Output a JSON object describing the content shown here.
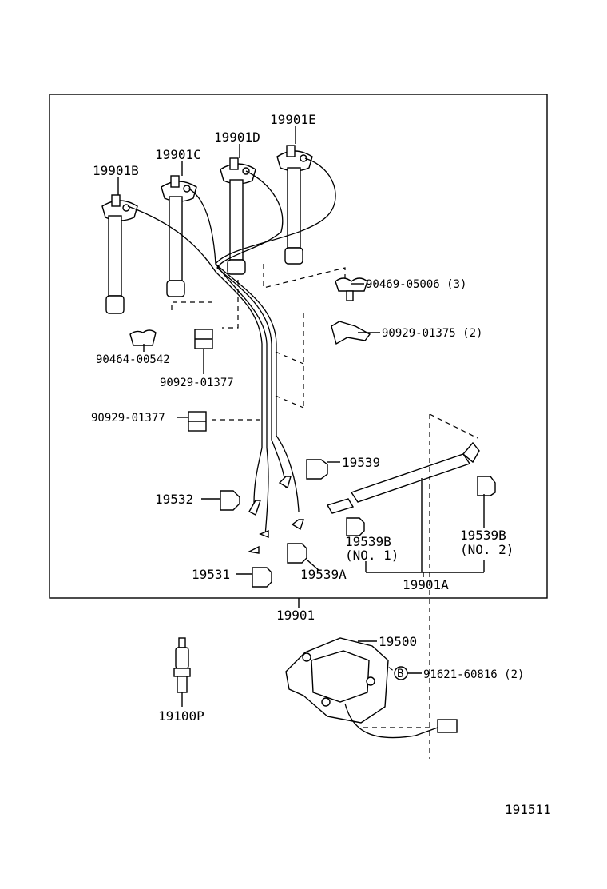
{
  "diagram": {
    "sheet_number": "191511",
    "labels": {
      "p19901E": "19901E",
      "p19901D": "19901D",
      "p19901C": "19901C",
      "p19901B": "19901B",
      "p90469": "90469-05006 (3)",
      "p90929_01375": "90929-01375 (2)",
      "p90464": "90464-00542",
      "p90929_01377a": "90929-01377",
      "p90929_01377b": "90929-01377",
      "p19539": "19539",
      "p19532": "19532",
      "p19539B_1": "19539B",
      "p19539B_1_sub": "(NO. 1)",
      "p19539B_2": "19539B",
      "p19539B_2_sub": "(NO. 2)",
      "p19531": "19531",
      "p19539A": "19539A",
      "p19901A": "19901A",
      "p19901": "19901",
      "p19500": "19500",
      "p91621": "91621-60816 (2)",
      "p19100P": "19100P",
      "circle_B": "B"
    }
  }
}
